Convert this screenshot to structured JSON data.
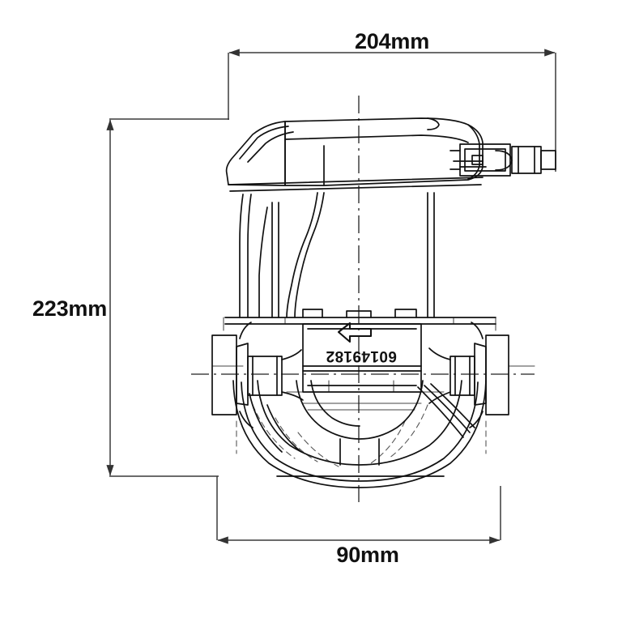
{
  "drawing": {
    "type": "technical-line-drawing",
    "subject": "circulation pump side elevation",
    "background_color": "#ffffff",
    "line_color": "#111111",
    "dimension_color": "#3a3a3a"
  },
  "dimensions": {
    "width_top": {
      "value": "204mm",
      "orientation": "horizontal",
      "position": "top"
    },
    "height_left": {
      "value": "223mm",
      "orientation": "horizontal-text-vertical-dim",
      "position": "left"
    },
    "width_bottom": {
      "value": "90mm",
      "orientation": "horizontal",
      "position": "bottom"
    }
  },
  "part_label": {
    "number": "60149182",
    "rotation": "180",
    "flow_arrow_direction": "left"
  },
  "icons": {
    "flow_arrow": "arrow-left-icon",
    "centerline_vertical": "centerline-icon",
    "centerline_horizontal": "centerline-icon"
  }
}
